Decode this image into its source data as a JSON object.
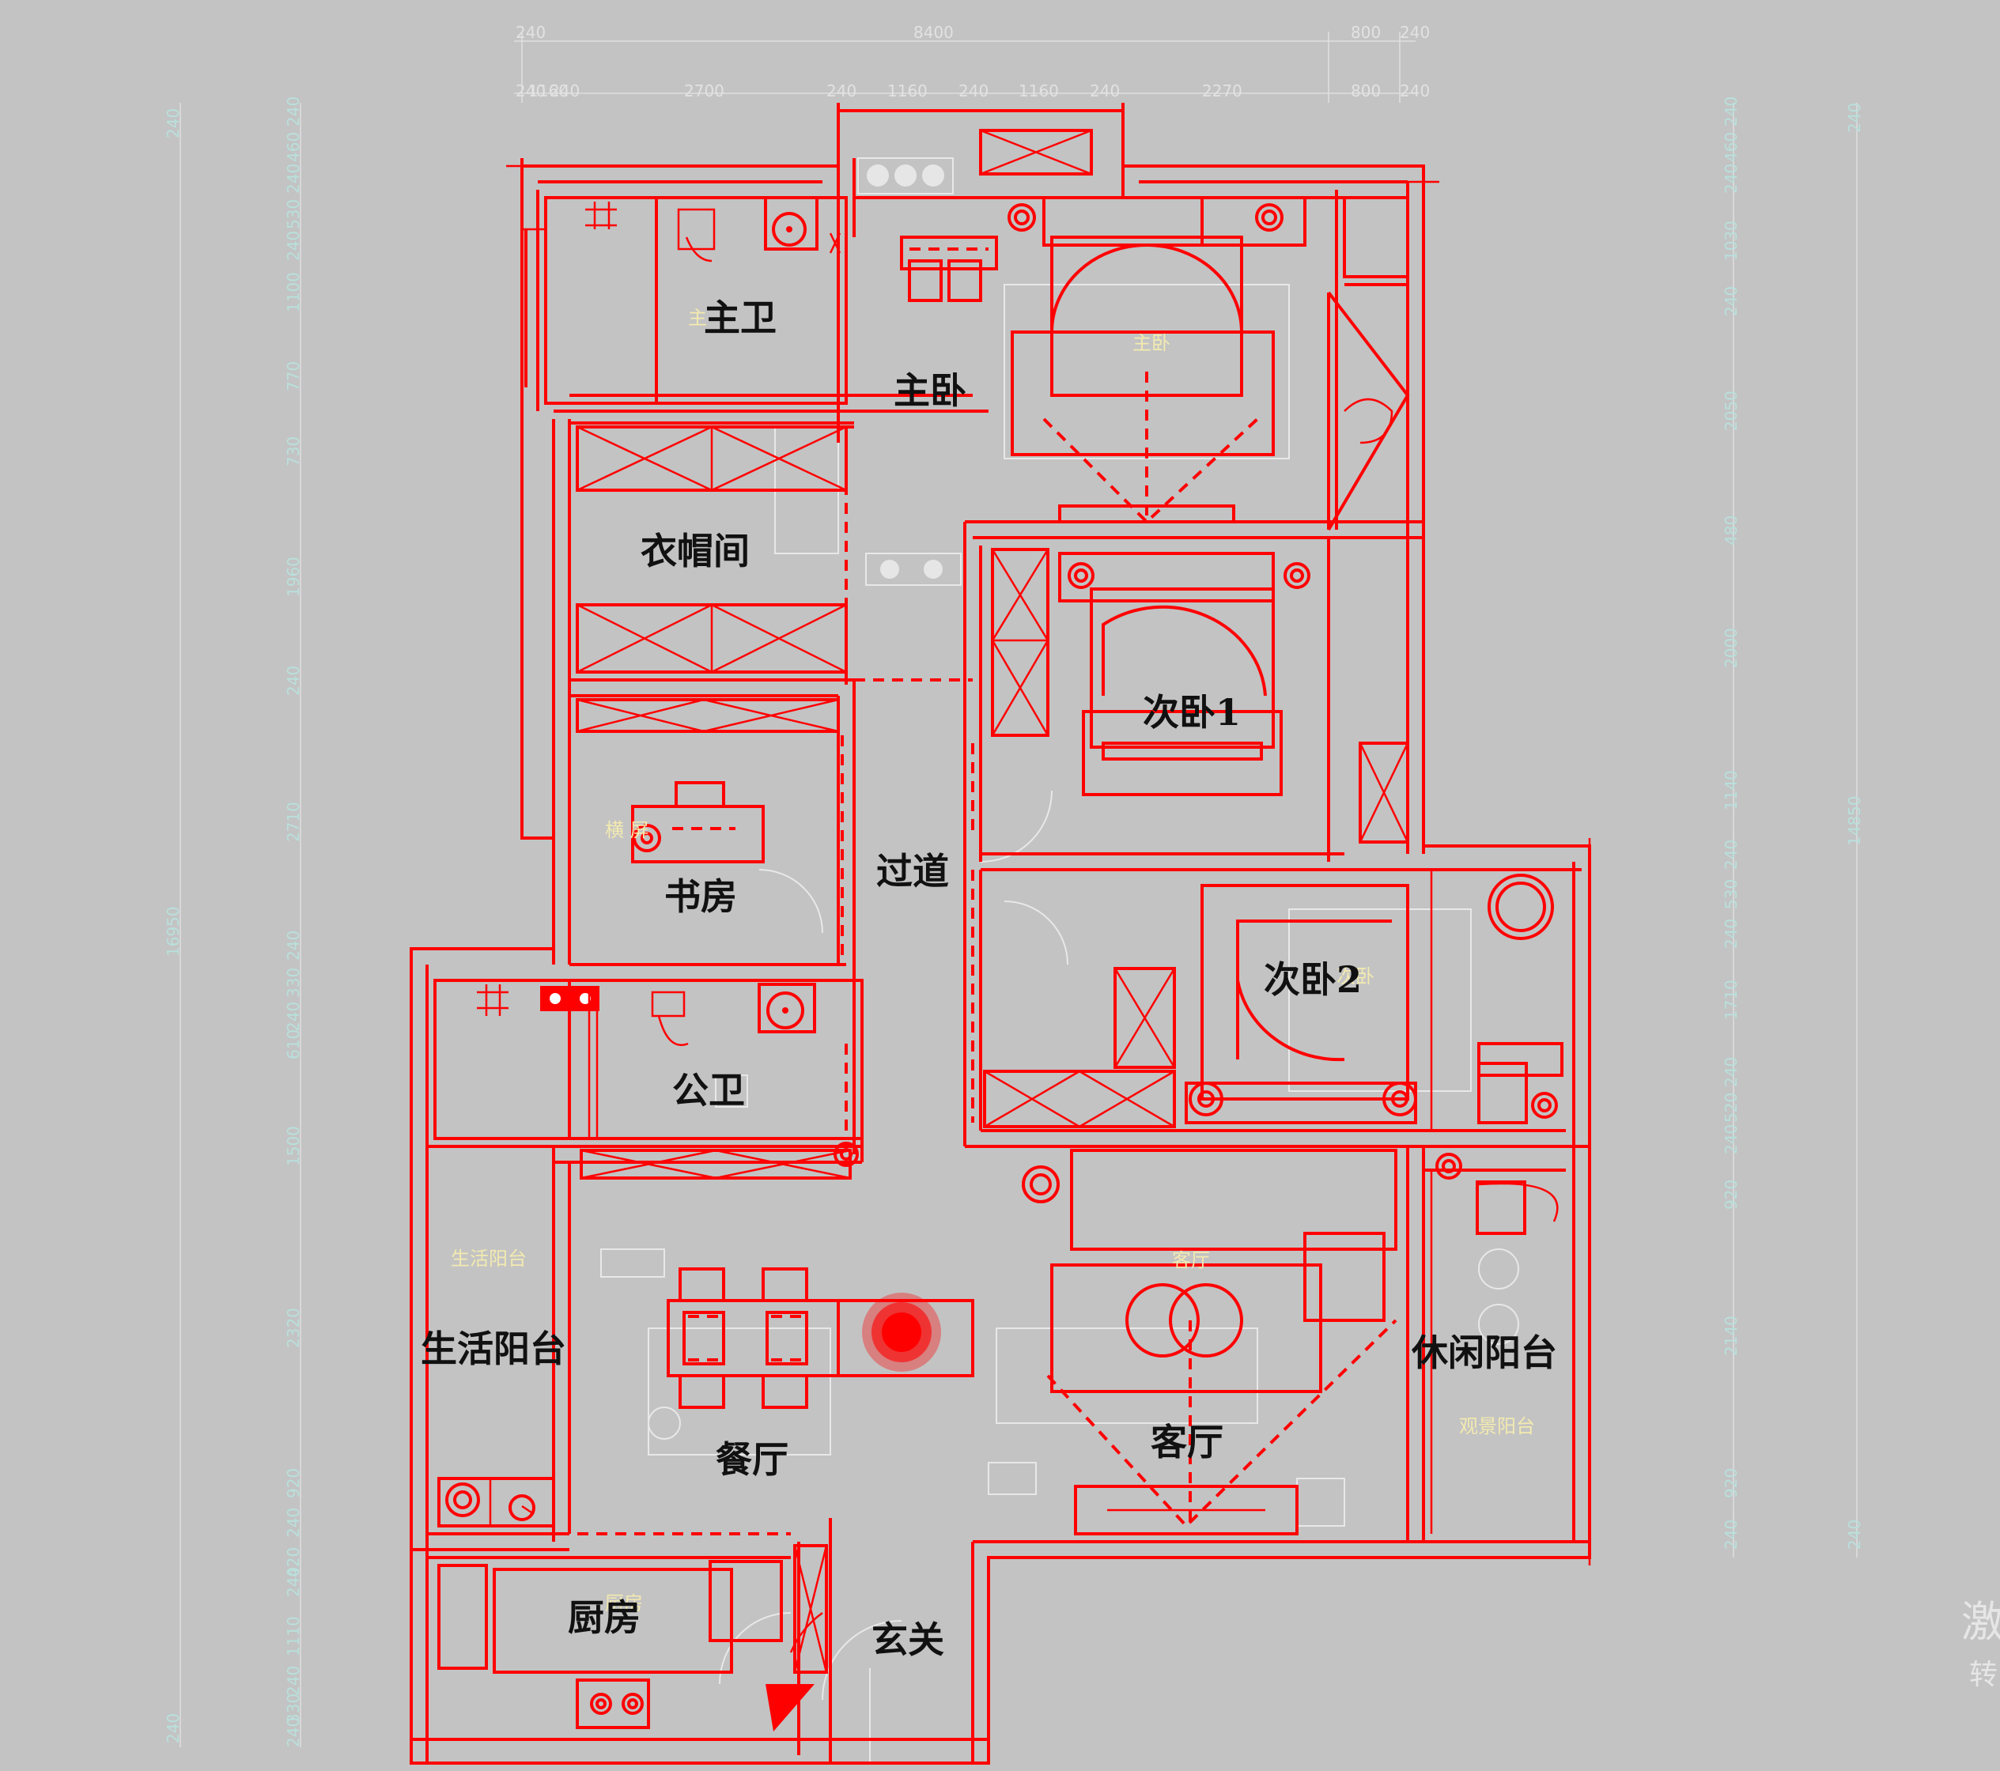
{
  "top_dims_row1": [
    "240",
    "8400",
    "800",
    "240"
  ],
  "top_dims_row2": [
    "240",
    "1160",
    "240",
    "2700",
    "240",
    "1160",
    "240",
    "1160",
    "240",
    "2270",
    "800",
    "240"
  ],
  "left_outer_dims": [
    "240",
    "16950",
    "240"
  ],
  "left_inner_dims": [
    "240",
    "460",
    "240",
    "530",
    "240",
    "1100",
    "770",
    "730",
    "1960",
    "240",
    "2710",
    "240",
    "330",
    "240",
    "610",
    "1500",
    "2320",
    "920",
    "240",
    "420",
    "240",
    "1110",
    "240",
    "330",
    "240"
  ],
  "right_inner_dims": [
    "240",
    "460",
    "240",
    "1030",
    "240",
    "2050",
    "480",
    "2000",
    "1140",
    "240",
    "530",
    "240",
    "1710",
    "240",
    "520",
    "240",
    "920",
    "2140",
    "920",
    "240"
  ],
  "right_outer_dims": [
    "240",
    "14850",
    "240"
  ],
  "rooms": {
    "master_bath": "主卫",
    "master_bedroom": "主卧",
    "cloakroom": "衣帽间",
    "bedroom1": "次卧1",
    "study": "书房",
    "corridor": "过道",
    "bedroom2": "次卧2",
    "public_bath": "公卫",
    "utility_balcony": "生活阳台",
    "dining": "餐厅",
    "living": "客厅",
    "leisure_balcony": "休闲阳台",
    "kitchen": "厨房",
    "entrance": "玄关"
  },
  "underlay_labels": {
    "master_bath": "主",
    "master_bedroom": "主卧",
    "study": "横  屏",
    "bedroom2": "次卧",
    "utility_balcony": "生活阳台",
    "living": "客厅",
    "view_balcony": "观景阳台",
    "kitchen": "厨房"
  },
  "watermark": [
    "激",
    "转"
  ],
  "colors": {
    "background": "#c3c3c3",
    "markup": "#ff0000",
    "label": "#111111"
  }
}
